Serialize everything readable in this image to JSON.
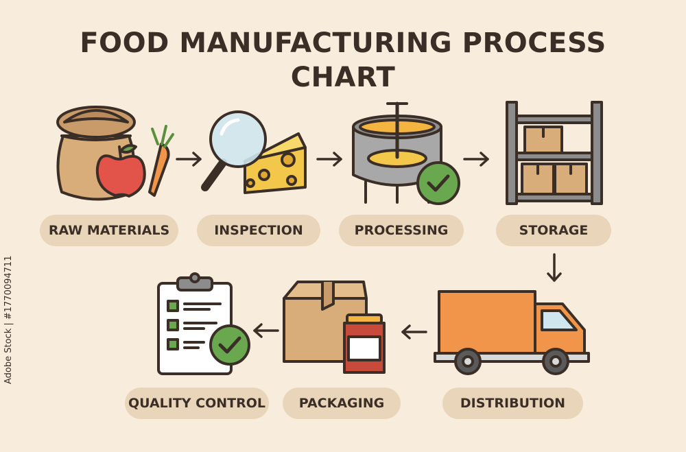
{
  "title": {
    "line1": "FOOD MANUFACTURING PROCESS",
    "line2": "CHART"
  },
  "steps": [
    {
      "label": "RAW MATERIALS",
      "icon": "sack-apple-carrot-icon"
    },
    {
      "label": "INSPECTION",
      "icon": "magnifier-cheese-icon"
    },
    {
      "label": "PROCESSING",
      "icon": "mixing-tank-icon"
    },
    {
      "label": "STORAGE",
      "icon": "shelf-boxes-icon"
    },
    {
      "label": "DISTRIBUTION",
      "icon": "delivery-truck-icon"
    },
    {
      "label": "PACKAGING",
      "icon": "box-jar-icon"
    },
    {
      "label": "QUALITY CONTROL",
      "icon": "checklist-clipboard-icon"
    }
  ],
  "watermark": {
    "side_text": "Adobe Stock | #1770094711"
  },
  "colors": {
    "background": "#f8eddc",
    "pill": "#e9d6ba",
    "outline": "#3a2e27",
    "check_green": "#6aa84f",
    "truck_orange": "#f0954a",
    "cheese_yellow": "#f3c74a",
    "cardboard": "#d8ad7a"
  }
}
